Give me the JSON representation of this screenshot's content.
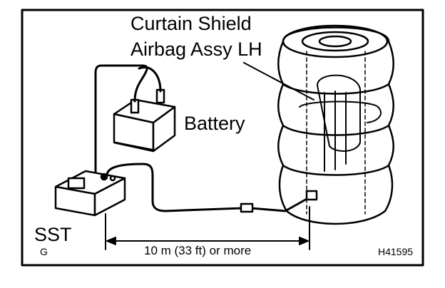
{
  "labels": {
    "airbag_line1": "Curtain Shield",
    "airbag_line2": "Airbag Assy LH",
    "battery": "Battery",
    "sst": "SST",
    "sst_code": "G",
    "distance": "10 m (33 ft) or more",
    "figure_code": "H41595"
  },
  "colors": {
    "line": "#000000",
    "background": "#ffffff"
  },
  "icons": [
    "battery-icon",
    "sst-device-icon",
    "tire-stack-icon",
    "connector-icon"
  ]
}
